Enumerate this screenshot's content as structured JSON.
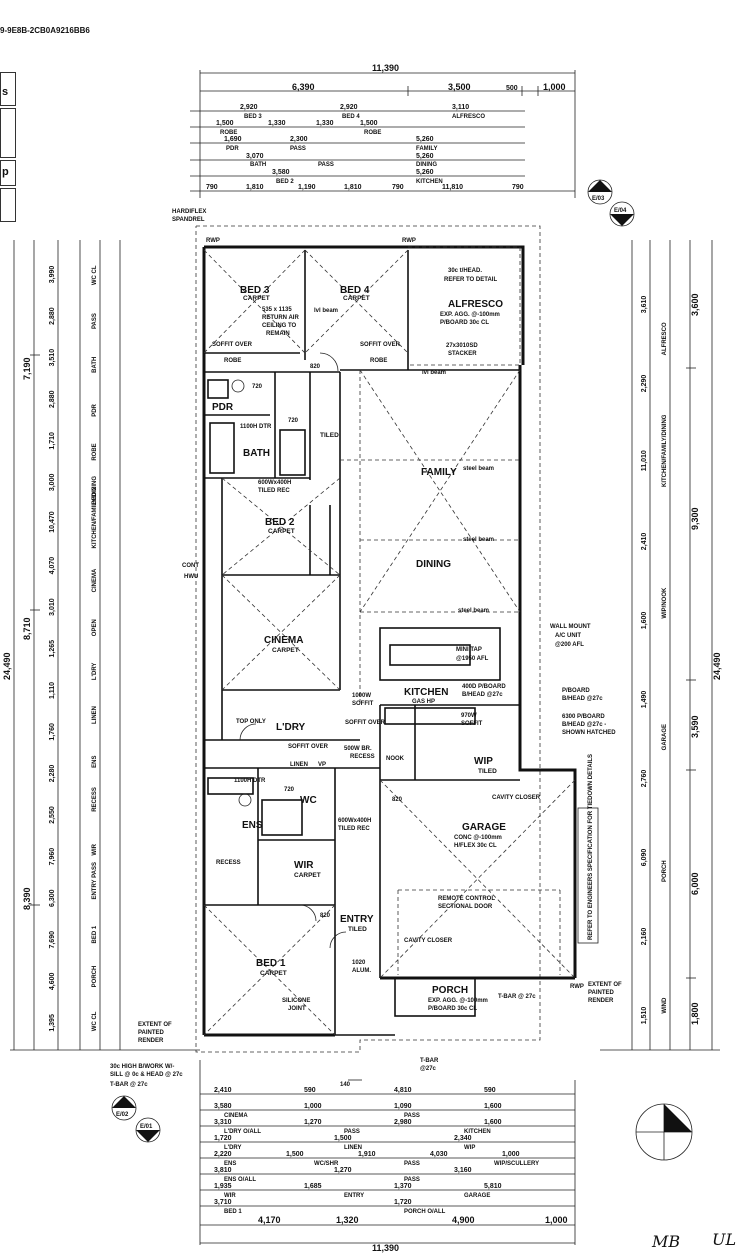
{
  "header_id": "9-9E8B-2CB0A9216BB6",
  "side_tabs": [
    "s",
    "p"
  ],
  "rooms": {
    "bed3": "BED 3",
    "bed4": "BED 4",
    "alfresco": "ALFRESCO",
    "pdr": "PDR",
    "bath": "BATH",
    "family": "FAMILY",
    "bed2": "BED 2",
    "dining": "DINING",
    "cinema": "CINEMA",
    "kitchen": "KITCHEN",
    "ldry": "L'DRY",
    "wip": "WIP",
    "wc": "WC",
    "ens": "ENS",
    "wir": "WIR",
    "garage": "GARAGE",
    "entry": "ENTRY",
    "bed1": "BED 1",
    "porch": "PORCH"
  },
  "room_notes": {
    "bed3": "CARPET",
    "bed4": "CARPET",
    "bed2": "CARPET",
    "cinema": "CARPET",
    "bed1": "CARPET",
    "wir": "CARPET",
    "wip": "TILED",
    "bath": "TILED",
    "entry": "TILED",
    "alfresco_1": "30c t/HEAD.",
    "alfresco_2": "REFER TO DETAIL",
    "alfresco_3": "EXP. AGG. @-100mm",
    "alfresco_4": "P/BOARD 30c CL",
    "alfresco_5": "27x3010SD",
    "alfresco_6": "STACKER",
    "return_air_1": "535 x 1135",
    "return_air_2": "RETURN AIR",
    "return_air_3": "CEILING TO",
    "return_air_4": "REMAIN",
    "garage_1": "CONC @-100mm",
    "garage_2": "H/FLEX 30c CL",
    "remote_1": "REMOTE CONTROL",
    "remote_2": "SECTIONAL DOOR",
    "porch_1": "EXP. AGG. @-100mm",
    "porch_2": "P/BOARD 30c CL",
    "engineers": "REFER TO ENGINEERS SPECIFICATION FOR TIEDOWN DETAILS",
    "hardiflex_1": "HARDIFLEX",
    "hardiflex_2": "SPANDREL",
    "wall_mount_1": "WALL MOUNT",
    "wall_mount_2": "A/C UNIT",
    "wall_mount_3": "@200 AFL",
    "mini_tap_1": "MINI TAP",
    "mini_tap_2": "@1950 AFL",
    "pboard_1": "P/BOARD",
    "pboard_2": "B/HEAD @27c",
    "hatched_1": "6300 P/BOARD",
    "hatched_2": "B/HEAD @27c -",
    "hatched_3": "SHOWN HATCHED",
    "kitchen_pb_1": "400D P/BOARD",
    "kitchen_pb_2": "B/HEAD @27c",
    "gas_hp": "GAS HP",
    "soffit_970": "970W",
    "soffit_970b": "SOFFIT",
    "soffit_1000": "1000W",
    "soffit_1000b": "SOFFIT",
    "soffit_over": "SOFFIT OVER",
    "soffit_500": "500W BR.",
    "soffit_500b": "RECESS",
    "top_only": "TOP ONLY",
    "linen": "LINEN",
    "vp": "VP",
    "cavity_closer": "CAVITY CLOSER",
    "recess": "RECESS",
    "robe": "ROBE",
    "nook": "NOOK",
    "silicone_1": "SILICONE",
    "silicone_2": "JOINT",
    "extent_1": "EXTENT OF",
    "extent_2": "PAINTED",
    "extent_3": "RENDER",
    "highwork_1": "30c HIGH B/WORK W/-",
    "highwork_2": "SILL @ 0c & HEAD @ 27c",
    "tbar": "T-BAR @ 27c",
    "tbar2": "T-BAR",
    "tbar3": "@27c",
    "wc_tiled_1": "600Wx400H",
    "wc_tiled_2": "TILED REC",
    "ens_tiled_1": "600Wx400H",
    "ens_tiled_2": "TILED REC",
    "alum": "1020",
    "alum2": "ALUM.",
    "beam": "steel beam",
    "lvl": "lvl beam",
    "rwp": "RWP",
    "dtr": "1100H DTR",
    "hwu": "HWU",
    "cont": "CONT"
  },
  "dimensions_top": {
    "overall": "11,390",
    "row1": [
      "6,390",
      "3,500",
      "500",
      "1,000"
    ],
    "row2": [
      "2,920",
      "2,920",
      "3,110"
    ],
    "row2_labels": [
      "BED 3",
      "BED 4",
      "ALFRESCO"
    ],
    "row3": [
      "1,500",
      "1,330",
      "1,330",
      "1,500"
    ],
    "row3_labels": [
      "ROBE",
      "ROBE"
    ],
    "row4": [
      "1,690",
      "2,300",
      "5,260"
    ],
    "row4_labels": [
      "PDR",
      "PASS",
      "FAMILY"
    ],
    "row5": [
      "3,070",
      "5,260"
    ],
    "row5_labels": [
      "BATH",
      "PASS",
      "DINING"
    ],
    "row6": [
      "3,580",
      "5,260"
    ],
    "row6_labels": [
      "BED 2",
      "KITCHEN"
    ],
    "row7": [
      "790",
      "1,810",
      "1,190",
      "1,810",
      "790",
      "11,810",
      "790"
    ]
  },
  "dimensions_bottom": {
    "overall": "11,390",
    "row1": [
      "4,170",
      "1,320",
      "4,900",
      "1,000"
    ],
    "row2": [
      "3,710",
      "1,720"
    ],
    "row2_labels": [
      "BED 1",
      "PORCH O/ALL"
    ],
    "row3": [
      "1,935",
      "1,685",
      "1,370",
      "5,810"
    ],
    "row3_labels": [
      "WIR",
      "ENTRY",
      "GARAGE"
    ],
    "row4": [
      "3,810",
      "1,270",
      "3,160"
    ],
    "row4_labels": [
      "ENS O/ALL",
      "PASS"
    ],
    "row5": [
      "2,220",
      "1,500",
      "1,910",
      "4,030",
      "1,000"
    ],
    "row5_labels": [
      "ENS",
      "WC/SHR",
      "PASS",
      "WIP/SCULLERY"
    ],
    "row6": [
      "1,720",
      "1,500",
      "2,340"
    ],
    "row6_labels": [
      "L'DRY",
      "LINEN",
      "WIP"
    ],
    "row7": [
      "3,310",
      "1,270",
      "2,980",
      "1,600"
    ],
    "row7_labels": [
      "L'DRY O/ALL",
      "PASS",
      "KITCHEN"
    ],
    "row8": [
      "3,580",
      "1,000",
      "1,090",
      "1,600"
    ],
    "row8_labels": [
      "CINEMA",
      "PASS"
    ],
    "row9": [
      "2,410",
      "590",
      "4,810",
      "590"
    ]
  },
  "dimensions_left": {
    "overall": "24,490",
    "major": [
      "7,190",
      "8,710",
      "8,390"
    ],
    "labels": [
      "WC CL",
      "PASS",
      "BATH",
      "PDR",
      "ROBE",
      "BED 2",
      "KITCHEN/FAMILY/DINING",
      "CINEMA",
      "OPEN",
      "L'DRY",
      "LINEN",
      "ENS",
      "RECESS",
      "WIR",
      "ENTRY PASS",
      "BED 1",
      "PORCH",
      "WC CL"
    ],
    "values": [
      "3,990",
      "2,880",
      "3,510",
      "2,880",
      "1,710",
      "3,000",
      "10,470",
      "4,070",
      "3,010",
      "1,265",
      "1,110",
      "1,760",
      "2,280",
      "2,550",
      "7,960",
      "6,300",
      "7,690",
      "4,600",
      "1,395"
    ]
  },
  "dimensions_right": {
    "overall": "24,490",
    "major": [
      "3,600",
      "9,300",
      "3,590",
      "6,000",
      "1,800"
    ],
    "labels": [
      "ALFRESCO",
      "KITCHEN/FAMILY/DINING",
      "WIP/NOOK",
      "GARAGE",
      "PORCH",
      "WIND"
    ],
    "values": [
      "3,610",
      "2,290",
      "11,010",
      "2,410",
      "1,600",
      "1,490",
      "2,760",
      "6,090",
      "2,160",
      "1,510"
    ]
  },
  "elevation_markers": [
    "E/03",
    "E/04",
    "E/02",
    "E/01"
  ],
  "small_marks": [
    "820",
    "720",
    "140"
  ],
  "signatures": [
    "MB",
    "UL"
  ]
}
